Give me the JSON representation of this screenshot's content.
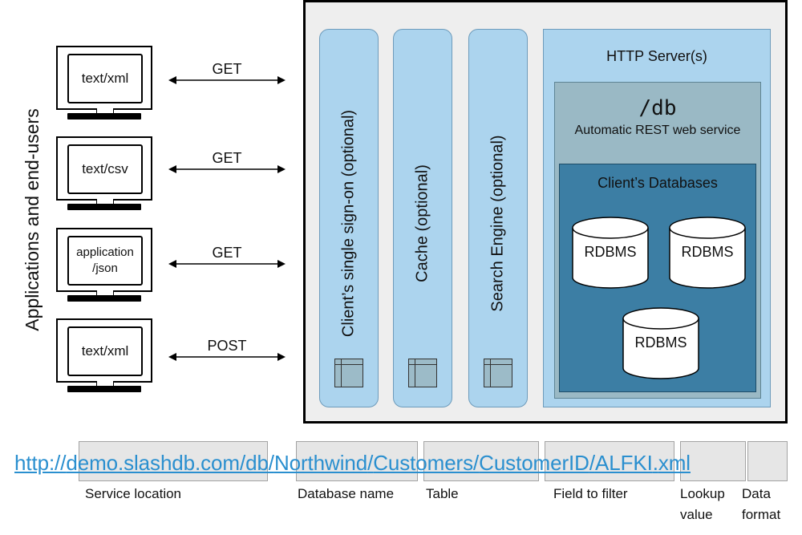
{
  "side_label": "Applications and end-users",
  "clients": [
    {
      "screen": "text/xml",
      "method": "GET"
    },
    {
      "screen": "text/csv",
      "method": "GET"
    },
    {
      "screen": "application\n/json",
      "method": "GET"
    },
    {
      "screen": "text/xml",
      "method": "POST"
    }
  ],
  "pills": [
    {
      "label": "Client’s single sign-on (optional)"
    },
    {
      "label": "Cache (optional)"
    },
    {
      "label": "Search Engine (optional)"
    }
  ],
  "http": {
    "title": "HTTP Server(s)",
    "db_title": "/db",
    "db_subtitle": "Automatic REST web service",
    "client_dbs_title": "Client’s Databases",
    "databases": [
      "RDBMS",
      "RDBMS",
      "RDBMS"
    ]
  },
  "url": {
    "parts": [
      "http://",
      "demo.slashdb.com",
      "/db/",
      "Northwind",
      "/",
      "Customers",
      "/",
      "CustomerID",
      "/",
      "ALFKI",
      ".",
      "xml"
    ]
  },
  "url_labels": {
    "service": "Service location",
    "database": "Database name",
    "table": "Table",
    "field": "Field to filter",
    "lookup_line1": "Lookup",
    "lookup_line2": "value",
    "format_line1": "Data",
    "format_line2": "format"
  },
  "colors": {
    "pill": "#acd4ee",
    "db_box": "#9ab9c5",
    "client_box": "#3c7ea4",
    "link": "#2a8fcf"
  }
}
